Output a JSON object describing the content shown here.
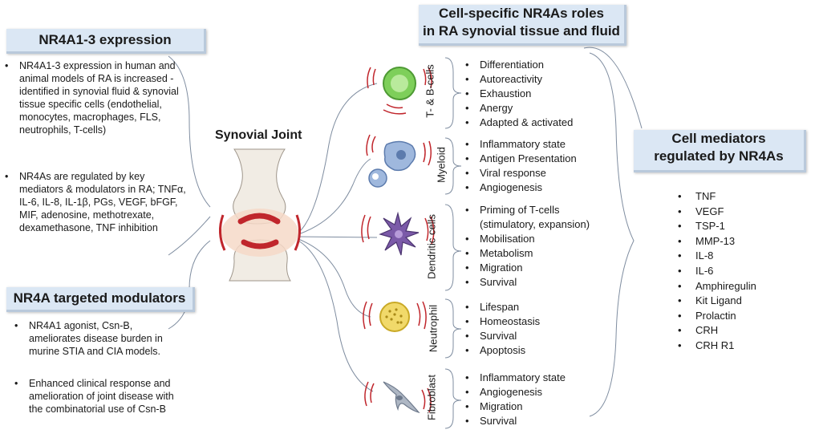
{
  "expression": {
    "title": "NR4A1-3 expression",
    "bullets": [
      "NR4A1-3 expression in human and animal models of RA is increased -  identified in synovial fluid & synovial tissue specific cells (endothelial, monocytes, macrophages, FLS, neutrophils, T-cells)",
      "NR4As are regulated by key mediators & modulators in RA; TNFα, IL-6, IL-8, IL-1β, PGs, VEGF, bFGF, MIF, adenosine, methotrexate, dexamethasone, TNF inhibition"
    ]
  },
  "modulators": {
    "title": "NR4A targeted modulators",
    "bullets": [
      "NR4A1 agonist, Csn-B, ameliorates disease burden in murine STIA and CIA models.",
      "Enhanced clinical response and amelioration of joint disease with the combinatorial use of Csn-B"
    ]
  },
  "joint": {
    "title": "Synovial Joint"
  },
  "roles": {
    "title_line1": "Cell-specific NR4As roles",
    "title_line2": "in RA synovial tissue and fluid"
  },
  "cells": [
    {
      "label": "T- & B-cells",
      "items": [
        "Differentiation",
        "Autoreactivity",
        "Exhaustion",
        "Anergy",
        "Adapted & activated"
      ]
    },
    {
      "label": "Myeloid",
      "items": [
        "Inflammatory state",
        "Antigen Presentation",
        "Viral response",
        "Angiogenesis"
      ]
    },
    {
      "label": "Dendritic cells",
      "items": [
        "Priming of T-cells",
        "(stimulatory, expansion)",
        "Mobilisation",
        "Metabolism",
        "Migration",
        "Survival"
      ]
    },
    {
      "label": "Neutrophil",
      "items": [
        "Lifespan",
        "Homeostasis",
        "Survival",
        "Apoptosis"
      ]
    },
    {
      "label": "Fibroblast",
      "items": [
        "Inflammatory state",
        "Angiogenesis",
        "Migration",
        "Survival"
      ]
    }
  ],
  "mediators": {
    "title_line1": "Cell mediators",
    "title_line2": "regulated by NR4As",
    "items": [
      "TNF",
      "VEGF",
      "TSP-1",
      "MMP-13",
      "IL-8",
      "IL-6",
      "Amphiregulin",
      "Kit Ligand",
      "Prolactin",
      "CRH",
      "CRH R1"
    ]
  },
  "colors": {
    "box_fill": "#dbe7f4",
    "cartilage_red": "#c0262c",
    "bone": "#f1ece4",
    "tcell_green": "#7ecf5a",
    "myeloid_blue": "#9fb8dd",
    "dendritic_purple": "#7b5aa8",
    "neutrophil_yellow": "#f1d96a",
    "fibroblast_grey": "#aeb7c4"
  },
  "icons": [
    "t-b-cell-icon",
    "myeloid-cell-icon",
    "dendritic-cell-icon",
    "neutrophil-icon",
    "fibroblast-icon",
    "synovial-joint-icon"
  ]
}
